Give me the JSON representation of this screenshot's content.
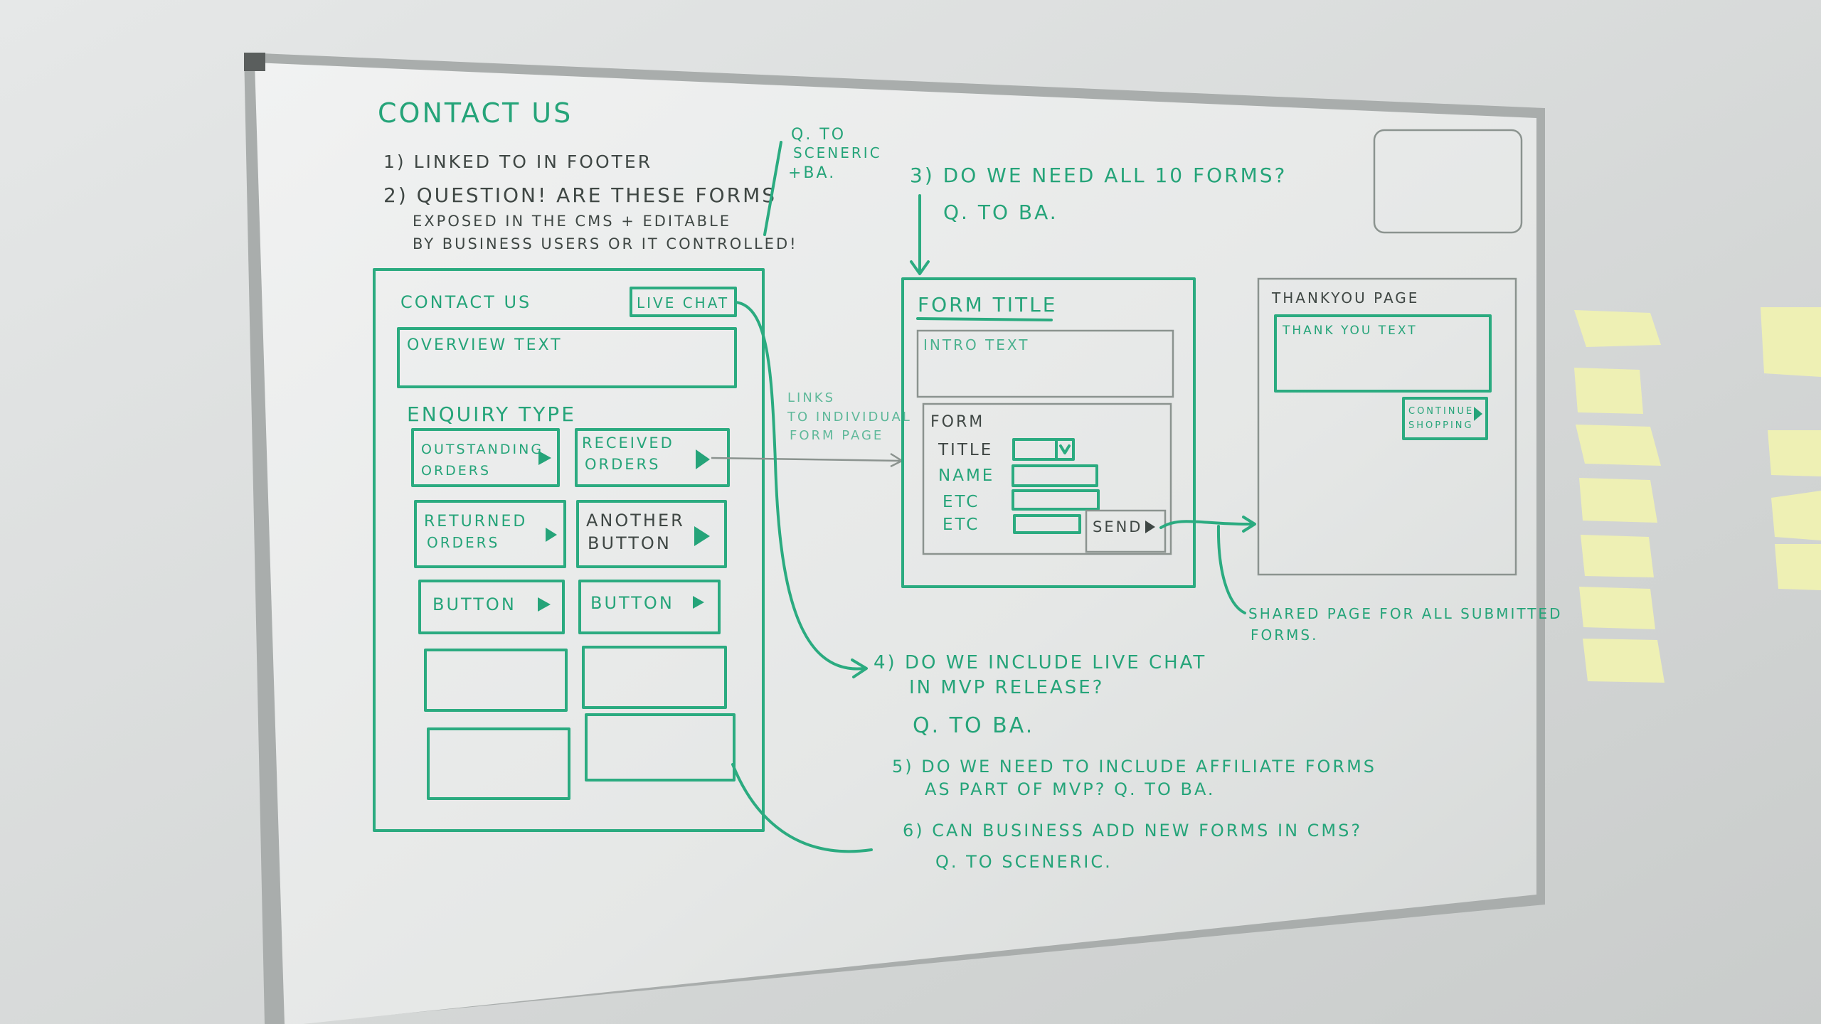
{
  "colors": {
    "marker_green": "#25a479",
    "marker_black": "#3f4744",
    "board": "#eceeed",
    "wall": "#d9dcdc",
    "sticky": "#eef0b4"
  },
  "notes": {
    "heading": "CONTACT US",
    "n1": "1) LINKED TO IN FOOTER",
    "n2": [
      "2) QUESTION! ARE THESE FORMS",
      "EXPOSED IN THE CMS + EDITABLE",
      "BY BUSINESS USERS OR IT CONTROLLED!"
    ],
    "side": [
      "Q. TO",
      "SCENERIC",
      "+BA."
    ],
    "n3": [
      "3) DO WE NEED ALL 10 FORMS?",
      "Q. TO BA."
    ],
    "links": [
      "LINKS",
      "TO INDIVIDUAL",
      "FORM PAGE"
    ],
    "shared": [
      "SHARED PAGE FOR ALL SUBMITTED",
      "FORMS."
    ],
    "n4": [
      "4) DO WE INCLUDE LIVE CHAT",
      "IN MVP RELEASE?",
      "Q. TO BA."
    ],
    "n5": [
      "5) DO WE NEED TO INCLUDE AFFILIATE FORMS",
      "AS PART OF MVP? Q. TO BA."
    ],
    "n6": [
      "6) CAN BUSINESS ADD NEW FORMS IN CMS?",
      "Q. TO SCENERIC."
    ]
  },
  "contact_wireframe": {
    "title": "CONTACT US",
    "live_chat": "LIVE CHAT",
    "overview": "OVERVIEW TEXT",
    "enquiry_label": "ENQUIRY TYPE",
    "buttons": [
      [
        "OUTSTANDING",
        "ORDERS"
      ],
      [
        "RECEIVED",
        "ORDERS"
      ],
      [
        "RETURNED",
        "ORDERS"
      ],
      [
        "ANOTHER",
        "BUTTON"
      ],
      [
        "BUTTON"
      ],
      [
        "BUTTON"
      ]
    ]
  },
  "form_wireframe": {
    "title": "FORM TITLE",
    "intro": "INTRO TEXT",
    "form_label": "FORM",
    "fields": [
      "TITLE",
      "NAME",
      "ETC",
      "ETC"
    ],
    "send": "SEND"
  },
  "thankyou_wireframe": {
    "title": "THANKYOU PAGE",
    "text": "THANK YOU TEXT",
    "button": [
      "CONTINUE",
      "SHOPPING"
    ]
  }
}
